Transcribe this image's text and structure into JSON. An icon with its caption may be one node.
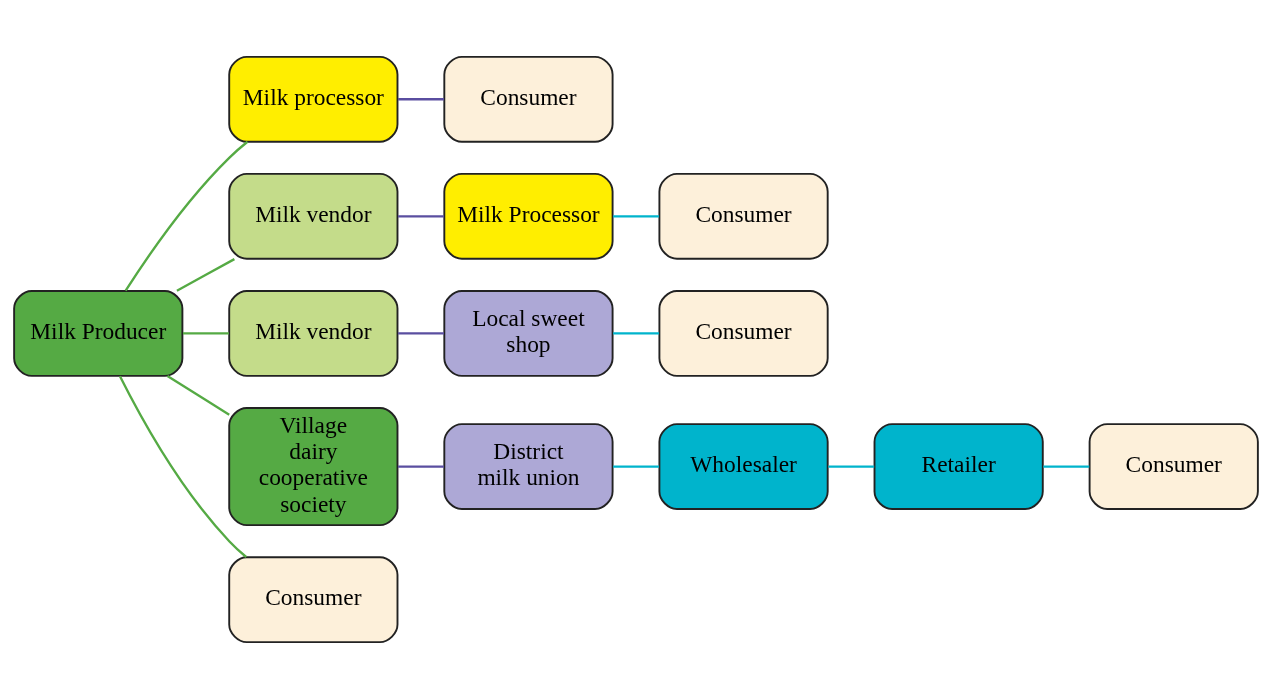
{
  "diagram": {
    "nodes": [
      {
        "text": [
          "Milk Producer"
        ]
      },
      {
        "text": [
          "Milk processor"
        ]
      },
      {
        "text": [
          "Milk vendor"
        ]
      },
      {
        "text": [
          "Milk vendor"
        ]
      },
      {
        "text": [
          "Village dairy cooperative society"
        ]
      },
      {
        "text": [
          "Consumer"
        ]
      },
      {
        "text": [
          "Consumer"
        ]
      },
      {
        "text": [
          "Milk Processor"
        ]
      },
      {
        "text": [
          "Local sweet shop"
        ]
      },
      {
        "text": [
          "District milk union"
        ]
      },
      {
        "text": [
          "Consumer"
        ]
      },
      {
        "text": [
          "Consumer"
        ]
      },
      {
        "text": [
          "Wholesaler"
        ]
      },
      {
        "text": [
          "Retailer"
        ]
      },
      {
        "text": [
          "Consumer"
        ]
      }
    ],
    "edges": [
      {
        "from": 0,
        "to": 1,
        "arrow": "none",
        "color": "#55aa44"
      },
      {
        "from": 0,
        "to": 2,
        "arrow": "none",
        "color": "#55aa44"
      },
      {
        "from": 0,
        "to": 3,
        "arrow": "none",
        "color": "#55aa44"
      },
      {
        "from": 0,
        "to": 4,
        "arrow": "none",
        "color": "#55aa44"
      },
      {
        "from": 0,
        "to": 5,
        "arrow": "none",
        "color": "#55aa44"
      },
      {
        "from": 1,
        "to": 6,
        "arrow": "none",
        "color": "#5a4ea0"
      },
      {
        "from": 2,
        "to": 7,
        "arrow": "none",
        "color": "#5a4ea0"
      },
      {
        "from": 7,
        "to": 10,
        "arrow": "none",
        "color": "#00b4cc"
      },
      {
        "from": 3,
        "to": 8,
        "arrow": "none",
        "color": "#5a4ea0"
      },
      {
        "from": 8,
        "to": 11,
        "arrow": "none",
        "color": "#00b4cc"
      },
      {
        "from": 4,
        "to": 9,
        "arrow": "none",
        "color": "#5a4ea0"
      },
      {
        "from": 9,
        "to": 12,
        "arrow": "none",
        "color": "#00b4cc"
      },
      {
        "from": 12,
        "to": 13,
        "arrow": "none",
        "color": "#00b4cc"
      },
      {
        "from": 13,
        "to": 14,
        "arrow": "none",
        "color": "#00b4cc"
      }
    ]
  }
}
